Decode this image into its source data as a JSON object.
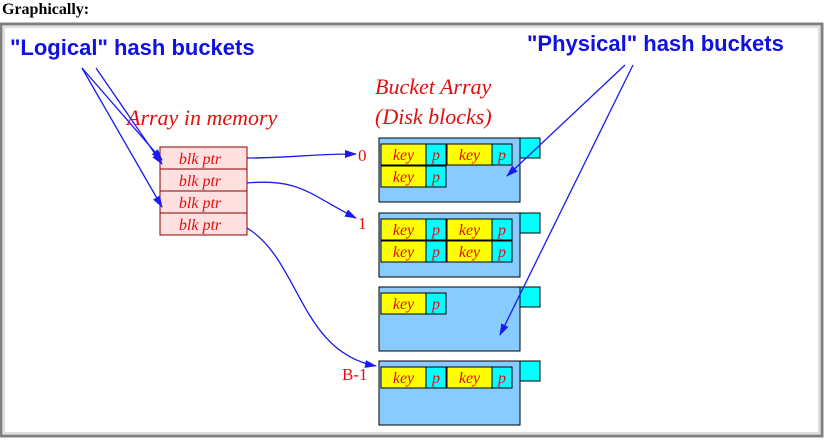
{
  "heading": "Graphically:",
  "labels": {
    "logical": "\"Logical\" hash buckets",
    "physical": "\"Physical\" hash buckets",
    "array_title": "Array in memory",
    "bucket_title_1": "Bucket Array",
    "bucket_title_2": "(Disk blocks)"
  },
  "array_cells": [
    "blk ptr",
    "blk ptr",
    "blk ptr",
    "blk ptr"
  ],
  "bucket_indices": [
    "0",
    "1",
    "B-1"
  ],
  "entry": {
    "key": "key",
    "ptr": "p"
  },
  "buckets": [
    {
      "rows": [
        2,
        1
      ]
    },
    {
      "rows": [
        2,
        2
      ]
    },
    {
      "rows": [
        1
      ]
    },
    {
      "rows": [
        2
      ]
    }
  ],
  "colors": {
    "label_blue": "#1010e0",
    "arrow_blue": "#1a1af0",
    "title_red": "#e01010",
    "cell_fill": "#ffe0e0",
    "block_fill": "#88ccff",
    "key_fill": "#ffff00",
    "ptr_fill": "#00ffff",
    "frame_border": "#808080"
  }
}
